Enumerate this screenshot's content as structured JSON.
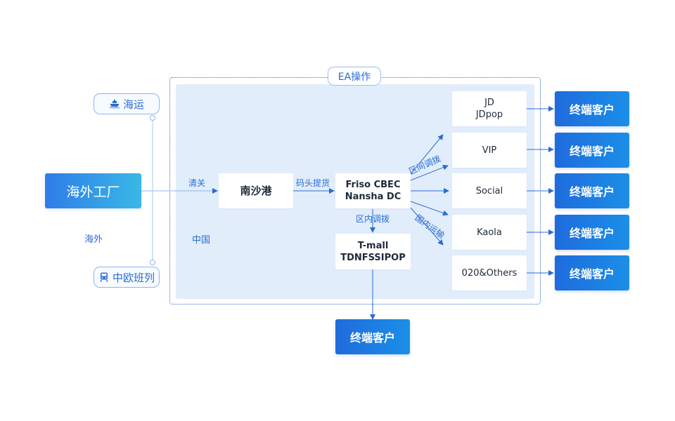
{
  "ea_label": "EA操作",
  "factory_label": "海外工厂",
  "sea_label": "海运",
  "rail_label": "中欧班列",
  "overseas_label": "海外",
  "china_label": "中国",
  "edge_labels": {
    "customs": "清关",
    "dock_pickup": "码头提货",
    "intra_region": "区内调拨",
    "inter_region": "区间调拨",
    "domestic": "国内运输"
  },
  "nodes": {
    "nansha_port": "南沙港",
    "friso_line1": "Friso CBEC",
    "friso_line2": "Nansha DC",
    "tmall_line1": "T-mall",
    "tmall_line2": "TDNFSSIPOP",
    "jd_line1": "JD",
    "jd_line2": "JDpop",
    "vip": "VIP",
    "social": "Social",
    "kaola": "Kaola",
    "others": "020&Others"
  },
  "customer_label": "终端客户",
  "colors": {
    "accent": "#2b6cd4",
    "area_bg": "#e2edfb",
    "customer_from": "#1f6bdc",
    "customer_to": "#1b8fe8",
    "factory_from": "#2f7ce8",
    "factory_to": "#39b8e6"
  }
}
